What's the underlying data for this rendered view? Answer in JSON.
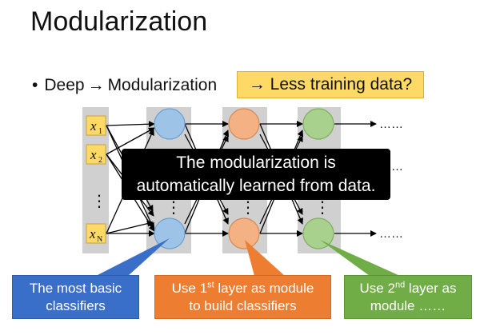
{
  "title": "Modularization",
  "bullet": {
    "dot": "•",
    "part1": "Deep",
    "arrow": "→",
    "part2": "Modularization"
  },
  "highlight": "→ Less training data?",
  "inputs": {
    "x1": {
      "base": "x",
      "sub": "1"
    },
    "x2": {
      "base": "x",
      "sub": "2"
    },
    "xN": {
      "base": "x",
      "sub": "N"
    },
    "dots": "⋮"
  },
  "layer_dots": "⋮",
  "outputs": "……",
  "overlay": {
    "line1": "The modularization is",
    "line2": "automatically learned from data."
  },
  "callouts": {
    "c1": {
      "line1": "The most basic",
      "line2": "classifiers"
    },
    "c2": {
      "line1a": "Use 1",
      "line1sup": "st",
      "line1b": " layer as module",
      "line2": "to build classifiers"
    },
    "c3": {
      "line1a": "Use 2",
      "line1sup": "nd",
      "line1b": " layer as",
      "line2": "module ……"
    }
  },
  "colors": {
    "layer1": "#9dc3e6",
    "layer2": "#f4b183",
    "layer3": "#a9d18e",
    "input_box": "#ffd966",
    "column_bg": "#d0d0d0"
  }
}
